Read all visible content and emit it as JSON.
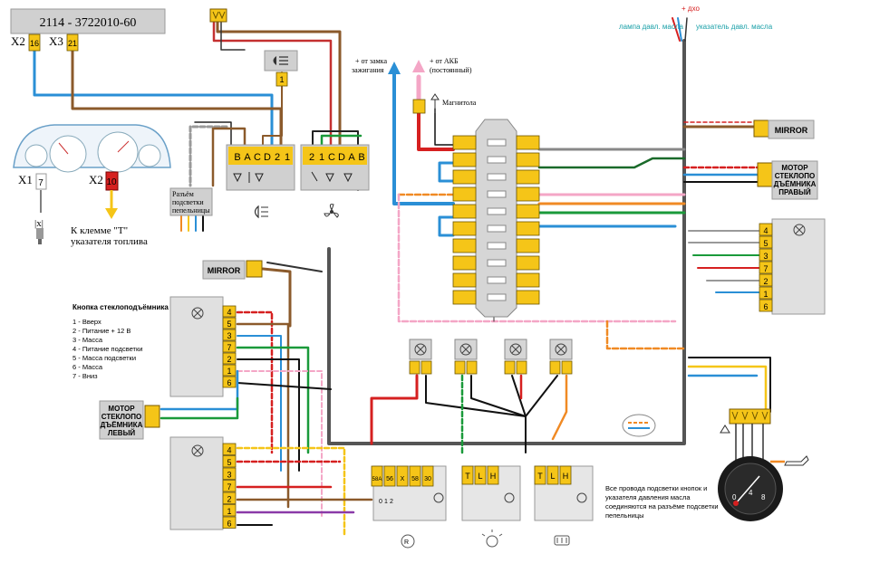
{
  "title_box": {
    "text": "2114 - 3722010-60"
  },
  "cluster": {
    "x2_label": "X2",
    "x2_pin": "16",
    "x3_label": "X3",
    "x3_pin": "21",
    "x1_label": "X1",
    "x1_pin": "7",
    "x2b_label": "X2",
    "x2b_pin": "10"
  },
  "fuel_note": {
    "line1": "К клемме \"Т\"",
    "line2": "указателя топлива"
  },
  "sensor_symbol": "|x|",
  "ignition_note": {
    "line1": "+ от замка",
    "line2": "зажигания"
  },
  "battery_note": {
    "line1": "+ от АКБ",
    "line2": "(постоянный)"
  },
  "radio_label": "Магнитола",
  "oil_lamp_label": "лампа давл. масла",
  "oil_gauge_label": "указатель давл. масла",
  "dho_label": "+ дхо",
  "mirror_left": "MIRROR",
  "mirror_right": "MIRROR",
  "motor_right": {
    "line1": "МОТОР",
    "line2": "СТЕКЛОПО",
    "line3": "ДЪЁМНИКА",
    "line4": "ПРАВЫЙ"
  },
  "motor_left": {
    "line1": "МОТОР",
    "line2": "СТЕКЛОПО",
    "line3": "ДЪЁМНИКА",
    "line4": "ЛЕВЫЙ"
  },
  "ashtray_connector": {
    "line1": "Разъём",
    "line2": "подсветки",
    "line3": "пепельницы"
  },
  "switch_block_fog": {
    "pins": [
      "B",
      "A",
      "C",
      "D",
      "2",
      "1"
    ]
  },
  "switch_block_fan": {
    "pins": [
      "2",
      "1",
      "C",
      "D",
      "A",
      "B"
    ]
  },
  "legend": {
    "title": "Кнопка стеклоподъёмника",
    "items": [
      "1 - Вверх",
      "2 - Питание + 12 В",
      "3 - Масса",
      "4 - Питание подсветки",
      "5 - Масса подсветки",
      "6 - Масса",
      "7 - Вниз"
    ]
  },
  "window_switch_pins_right": [
    "4",
    "5",
    "3",
    "7",
    "2",
    "1",
    "6"
  ],
  "window_switch_pins_left_top": [
    "4",
    "5",
    "3",
    "7",
    "2",
    "1",
    "6"
  ],
  "window_switch_pins_left_bottom": [
    "4",
    "5",
    "3",
    "7",
    "2",
    "1",
    "6"
  ],
  "fuse_count": 10,
  "bottom_switch_1": {
    "pins": [
      "58А",
      "56",
      "X",
      "58",
      "30"
    ],
    "scale": [
      "0",
      "1",
      "2"
    ]
  },
  "bottom_switch_2": {
    "pins": [
      "T",
      "L",
      "H"
    ]
  },
  "bottom_switch_3": {
    "pins": [
      "T",
      "L",
      "H"
    ]
  },
  "gauge_ticks": [
    "0",
    "4",
    "8"
  ],
  "footnote": {
    "line1": "Все провода подсветки кнопок и",
    "line2": "указателя давления масла",
    "line3": "соединяются на разъёме подсветки",
    "line4": "пепельницы"
  },
  "colors": {
    "yellow": "#f5c518",
    "blue": "#2a8fd6",
    "brown": "#8b5a2b",
    "red": "#d62020",
    "green": "#1a9a3a",
    "orange": "#f08a24",
    "pink": "#f4a6c6",
    "black": "#111111",
    "gray": "#8c8c8c",
    "purple": "#8a3aa8"
  }
}
